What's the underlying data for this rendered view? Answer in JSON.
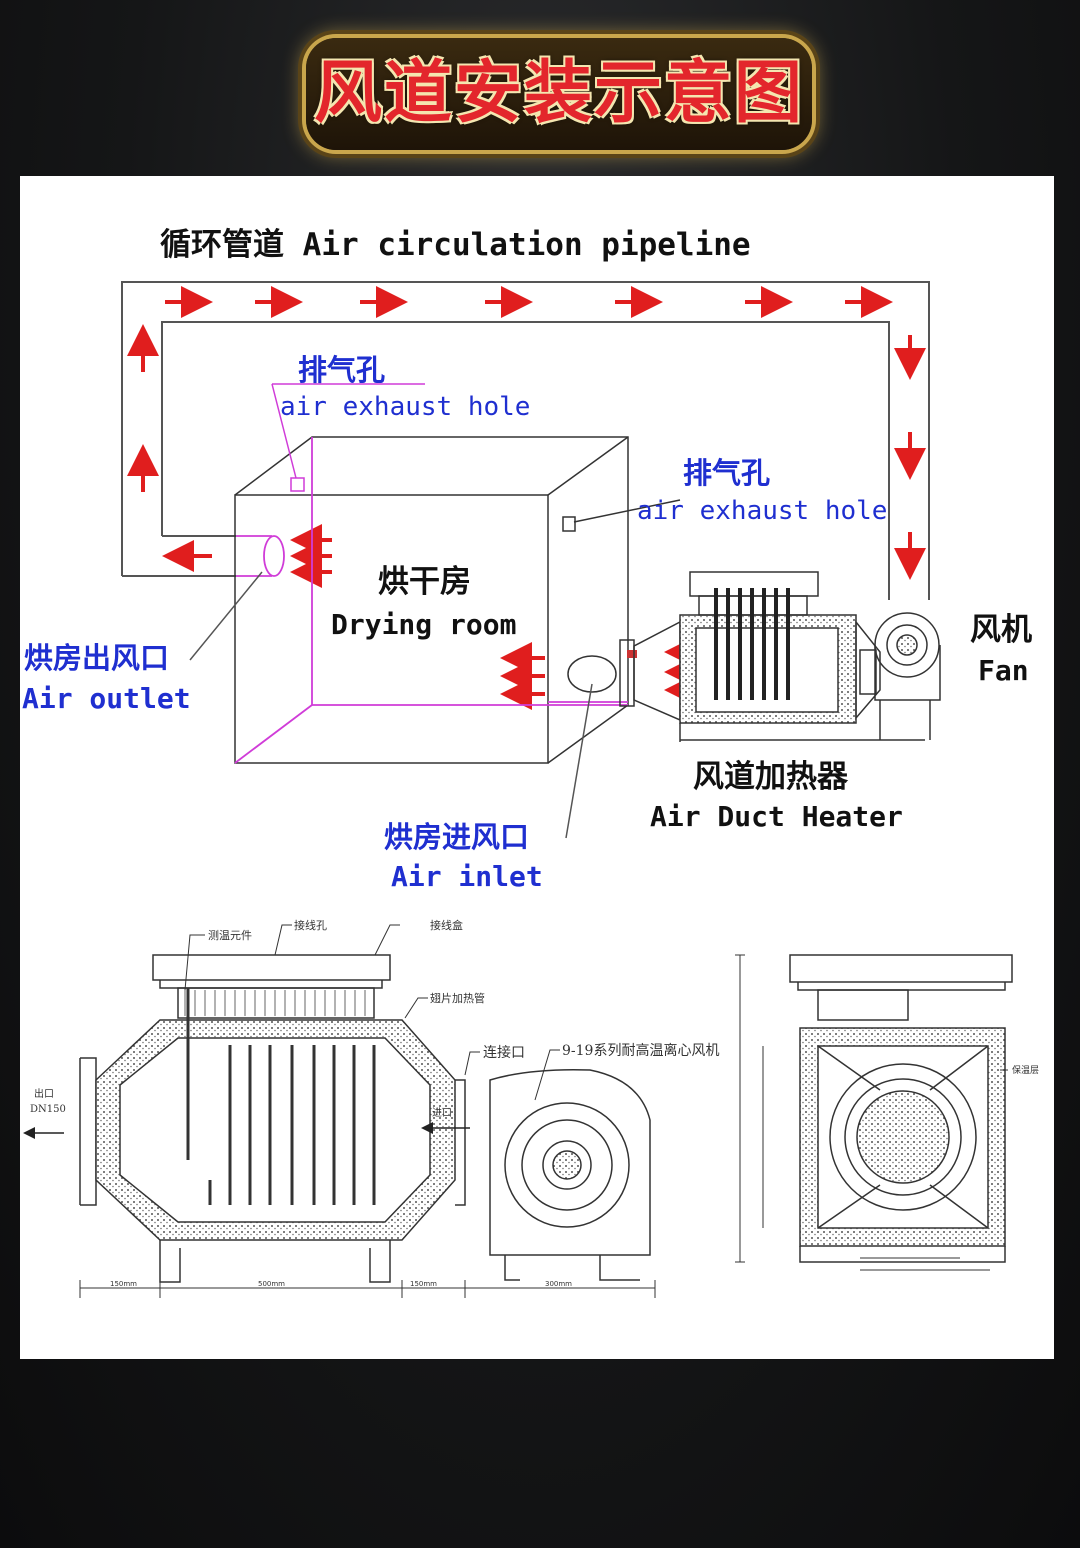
{
  "title": "风道安装示意图",
  "diagram": {
    "pipeline_label": "循环管道 Air circulation pipeline",
    "exhaust_left": {
      "cn": "排气孔",
      "en": "air exhaust hole"
    },
    "exhaust_right": {
      "cn": "排气孔",
      "en": "air exhaust hole"
    },
    "drying_room": {
      "cn": "烘干房",
      "en": "Drying room"
    },
    "air_outlet": {
      "cn": "烘房出风口",
      "en": "Air outlet"
    },
    "air_inlet": {
      "cn": "烘房进风口",
      "en": "Air inlet"
    },
    "fan": {
      "cn": "风机",
      "en": "Fan"
    },
    "heater": {
      "cn": "风道加热器",
      "en": "Air Duct Heater"
    }
  },
  "drawing": {
    "temp_element": "测温元件",
    "wiring_hole": "接线孔",
    "junction_box": "接线盒",
    "fin_heater": "翅片加热管",
    "connector": "连接口",
    "fan_series": "9-19系列耐高温离心风机",
    "outlet": "出口",
    "outlet_size": "DN150",
    "inlet": "进口",
    "insulation": "保温层",
    "dims": [
      "150mm",
      "500mm",
      "150mm",
      "300mm"
    ]
  },
  "colors": {
    "arrow": "#e01e1e",
    "label_blue": "#1f2fd0",
    "magenta": "#d03cd8",
    "line": "#333333"
  }
}
